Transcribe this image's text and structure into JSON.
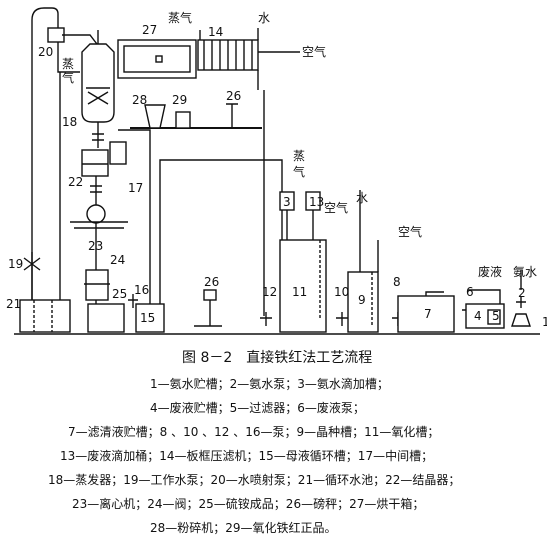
{
  "figure": {
    "title": "图 8－2　直接铁红法工艺流程",
    "legend": [
      "1—氨水贮槽；2—氨水泵；3—氨水滴加槽；",
      "4—废液贮槽；5—过滤器；6—废液泵；",
      "7—滤清液贮槽；8 、10 、12 、16—泵；9—晶种槽；11—氧化槽；",
      "13—废液滴加桶；14—板框压滤机；15—母液循环槽；17—中间槽；",
      "18—蒸发器；19—工作水泵；20—水喷射泵；21—循环水池；22—结晶器；",
      "23—离心机；24—阀；25—硫铵成品；26—磅秤；27—烘干箱；",
      "28—粉碎机；29—氧化铁红正品。"
    ]
  },
  "labels": {
    "n1": "1",
    "n2": "2",
    "n3": "3",
    "n4": "4",
    "n5": "5",
    "n6": "6",
    "n7": "7",
    "n8": "8",
    "n9": "9",
    "n10": "10",
    "n11": "11",
    "n12": "12",
    "n13": "13",
    "n14": "14",
    "n15": "15",
    "n16": "16",
    "n17": "17",
    "n18": "18",
    "n19": "19",
    "n20": "20",
    "n21": "21",
    "n22": "22",
    "n23": "23",
    "n24": "24",
    "n25": "25",
    "n26a": "26",
    "n26b": "26",
    "n27": "27",
    "n28": "28",
    "n29": "29",
    "steam_top": "蒸气",
    "water_top": "水",
    "air_top": "空气",
    "steam_left_1": "蒸",
    "steam_left_2": "气",
    "steam_mid_1": "蒸",
    "steam_mid_2": "气",
    "air_11": "空气",
    "water_9": "水",
    "air_9": "空气",
    "waste_liquid": "废液",
    "ammonia_water": "氨水"
  }
}
